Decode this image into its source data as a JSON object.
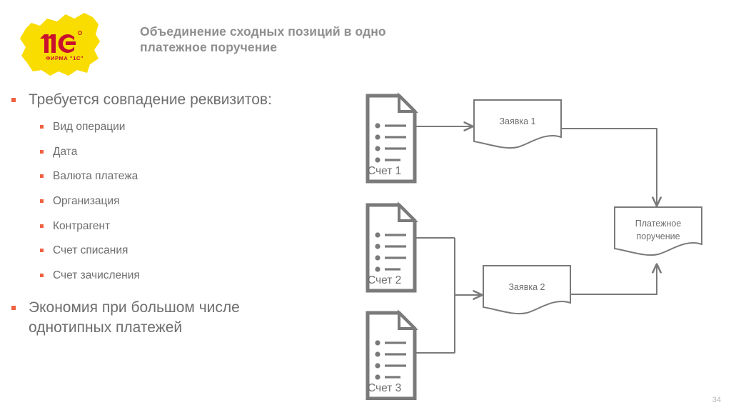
{
  "slide": {
    "page_number": "34",
    "background": "#ffffff"
  },
  "logo": {
    "name": "1c-logo",
    "mark": "1C",
    "caption": "ФИРМА \"1С\"",
    "splash_color": "#F9DC00",
    "mark_color": "#C8102E"
  },
  "header": {
    "title_line1": "Объединение сходных позиций в одно",
    "title_line2": "платежное поручение",
    "title_color": "#8e8e8e"
  },
  "content": {
    "bullet_color": "#ef6140",
    "text_color": "#6e6e6e",
    "lead_bullet": "Требуется совпадение реквизитов:",
    "requirements": [
      "Вид операции",
      "Дата",
      "Валюта платежа",
      "Организация",
      "Контрагент",
      "Счет списания",
      "Счет зачисления"
    ],
    "closing_bullet_line1": "Экономия при большом числе",
    "closing_bullet_line2": "однотипных платежей"
  },
  "diagram": {
    "stroke_color": "#7a7a7a",
    "documents": [
      {
        "label": "Счет 1",
        "rows": 4
      },
      {
        "label": "Счет 2",
        "rows": 4
      },
      {
        "label": "Счет 3",
        "rows": 4
      }
    ],
    "requests": [
      {
        "label": "Заявка 1"
      },
      {
        "label": "Заявка 2"
      }
    ],
    "result": {
      "label_line1": "Платежное",
      "label_line2": "поручение"
    }
  }
}
